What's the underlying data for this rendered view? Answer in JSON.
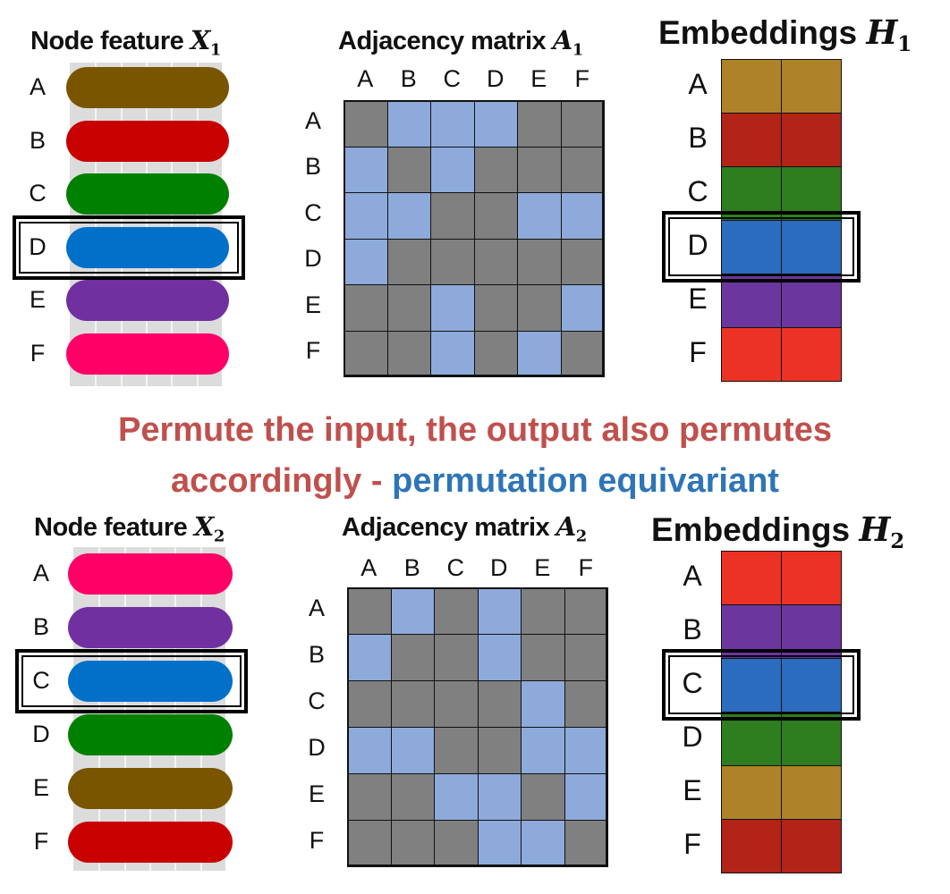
{
  "top": {
    "node_feature_title": "Node feature",
    "node_feature_var": "X",
    "node_feature_sub": "1",
    "adjacency_title": "Adjacency matrix",
    "adjacency_var": "A",
    "adjacency_sub": "1",
    "embeddings_title": "Embeddings",
    "embeddings_var": "H",
    "embeddings_sub": "1",
    "rows": [
      "A",
      "B",
      "C",
      "D",
      "E",
      "F"
    ],
    "feature_colors": [
      "#7a5500",
      "#c80000",
      "#008000",
      "#0070c8",
      "#7030a0",
      "#ff0066"
    ],
    "embedding_colors": [
      "#ae8228",
      "#b22318",
      "#2e7d1e",
      "#2b6cbf",
      "#6b379e",
      "#ec3224"
    ],
    "matrix": [
      [
        0,
        1,
        1,
        1,
        0,
        0
      ],
      [
        1,
        0,
        1,
        0,
        0,
        0
      ],
      [
        1,
        1,
        0,
        0,
        1,
        1
      ],
      [
        1,
        0,
        0,
        0,
        0,
        0
      ],
      [
        0,
        0,
        1,
        0,
        0,
        1
      ],
      [
        0,
        0,
        1,
        0,
        1,
        0
      ]
    ],
    "highlight_row": 3
  },
  "caption": {
    "line1": "Permute the input, the output also permutes",
    "line2_main": "accordingly",
    "line2_dash": " - ",
    "line2_blue": "permutation equivariant",
    "red": "#c0504d",
    "blue": "#2e75b6"
  },
  "bottom": {
    "node_feature_title": "Node feature",
    "node_feature_var": "X",
    "node_feature_sub": "2",
    "adjacency_title": "Adjacency matrix",
    "adjacency_var": "A",
    "adjacency_sub": "2",
    "embeddings_title": "Embeddings",
    "embeddings_var": "H",
    "embeddings_sub": "2",
    "rows": [
      "A",
      "B",
      "C",
      "D",
      "E",
      "F"
    ],
    "feature_colors": [
      "#ff0066",
      "#7030a0",
      "#0070c8",
      "#008000",
      "#7a5500",
      "#c80000"
    ],
    "embedding_colors": [
      "#ec3224",
      "#6b379e",
      "#2b6cbf",
      "#2e7d1e",
      "#ae8228",
      "#b22318"
    ],
    "matrix": [
      [
        0,
        1,
        0,
        1,
        0,
        0
      ],
      [
        1,
        0,
        0,
        1,
        0,
        0
      ],
      [
        0,
        0,
        0,
        0,
        1,
        0
      ],
      [
        1,
        1,
        0,
        0,
        1,
        1
      ],
      [
        0,
        0,
        1,
        1,
        0,
        1
      ],
      [
        0,
        0,
        0,
        1,
        1,
        0
      ]
    ],
    "highlight_row": 2
  },
  "matrix_colors": {
    "edge": "#8eaadb",
    "no_edge": "#808080"
  }
}
